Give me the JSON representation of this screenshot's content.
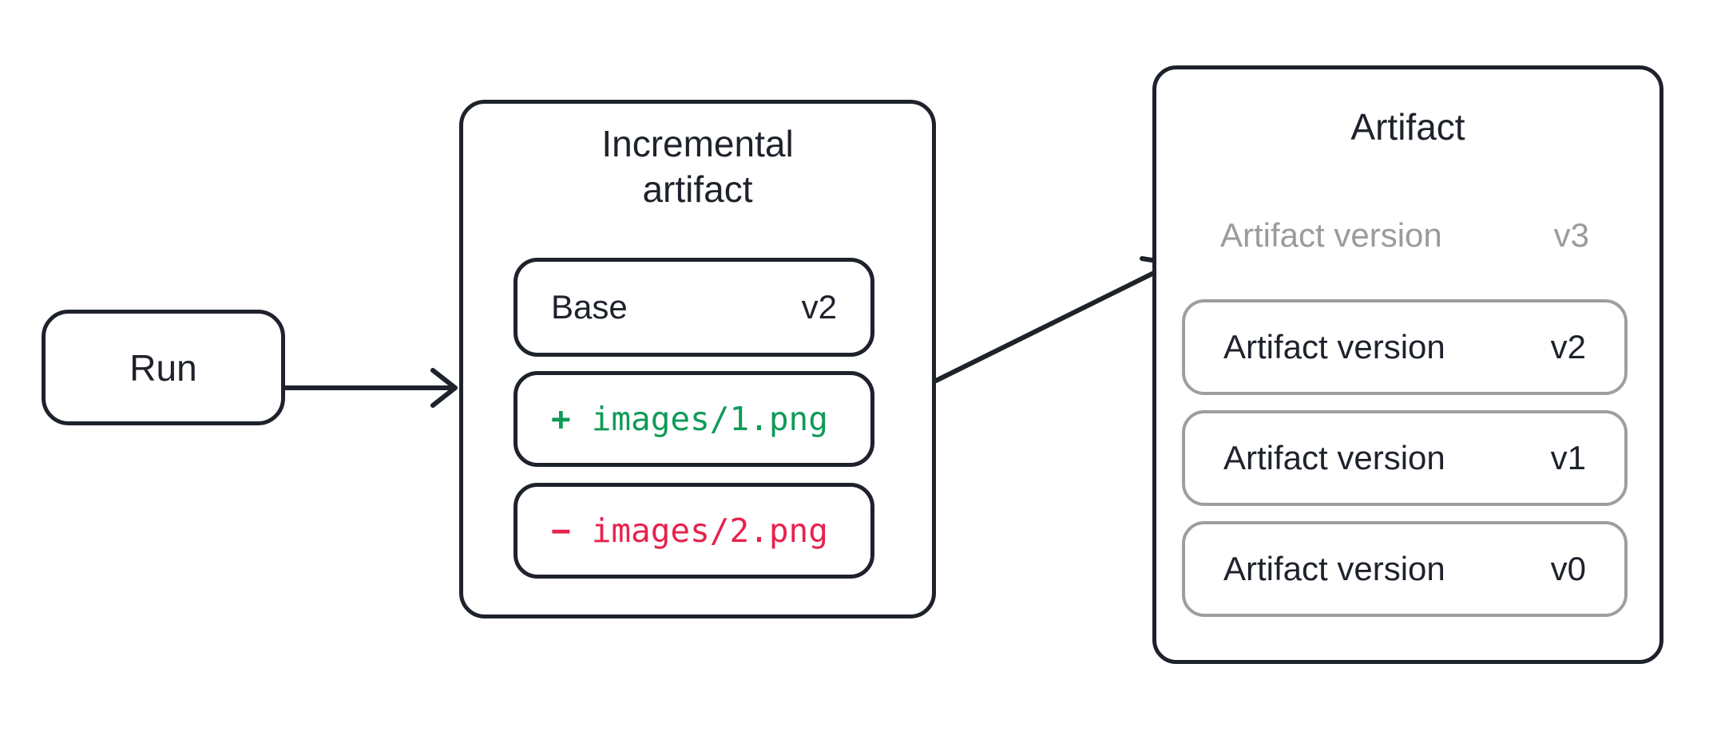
{
  "diagram": {
    "run": {
      "label": "Run"
    },
    "incremental": {
      "title_line1": "Incremental",
      "title_line2": "artifact",
      "base": {
        "label": "Base",
        "version": "v2"
      },
      "added": {
        "prefix": "+",
        "path": "images/1.png"
      },
      "removed": {
        "prefix": "−",
        "path": "images/2.png"
      }
    },
    "artifact": {
      "title": "Artifact",
      "pending_version": {
        "label": "Artifact version",
        "version": "v3"
      },
      "versions": [
        {
          "label": "Artifact version",
          "version": "v2"
        },
        {
          "label": "Artifact version",
          "version": "v1"
        },
        {
          "label": "Artifact version",
          "version": "v0"
        }
      ]
    },
    "colors": {
      "ink": "#1e222b",
      "added_green": "#0f9b58",
      "removed_red": "#e6234e",
      "muted_gray": "#9e9e9e"
    }
  }
}
